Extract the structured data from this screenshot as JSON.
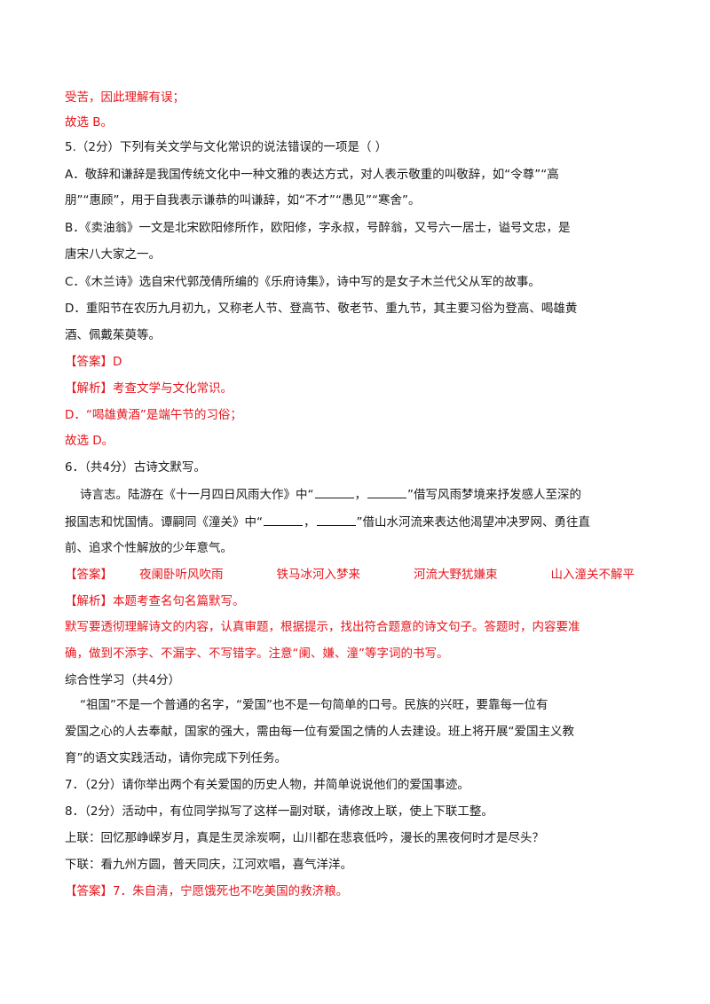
{
  "lines": {
    "l01": "受苦，因此理解有误；",
    "l02": "故选 B。",
    "q5": "5.（2分）下列有关文学与文化常识的说法错误的一项是（    ）",
    "q5a1": "A．敬辞和谦辞是我国传统文化中一种文雅的表达方式，对人表示敬重的叫敬辞，如“令尊”“高",
    "q5a2": "朋”“惠顾”，用于自我表示谦恭的叫谦辞，如“不才”“愚见”“寒舍”。",
    "q5b1": "B．《卖油翁》一文是北宋欧阳修所作，欧阳修，字永叔，号醉翁，又号六一居士，谥号文忠，是",
    "q5b2": "唐宋八大家之一。",
    "q5c": "C．《木兰诗》选自宋代郭茂倩所编的《乐府诗集》，诗中写的是女子木兰代父从军的故事。",
    "q5d1": "D．重阳节在农历九月初九，又称老人节、登高节、敬老节、重九节，其主要习俗为登高、喝雄黄",
    "q5d2": "酒、佩戴茱萸等。",
    "a5": "【答案】D",
    "e5": "【解析】考查文学与文化常识。",
    "e5d": "D．“喝雄黄酒”是端午节的习俗；",
    "c5": "故选 D。",
    "q6": "6．（共4分）古诗文默写。",
    "q6p1a": "诗言志。陆游在《十一月四日风雨大作》中“",
    "q6p1sep": "，",
    "q6p1b": "”借写风雨梦境来抒发感人至深的",
    "q6p2a": "报国志和忧国情。谭嗣同《潼关》中“",
    "q6p2sep": "，",
    "q6p2b": "”借山水河流来表达他渴望冲决罗网、勇往直",
    "q6p3": "前、追求个性解放的少年意气。",
    "a6label": "【答案】",
    "a6_1": "夜阑卧听风吹雨",
    "a6_2": "铁马冰河入梦来",
    "a6_3": "河流大野犹嫌束",
    "a6_4": "山入潼关不解平",
    "e6": "【解析】本题考查名句名篇默写。",
    "e6b1": "默写要透彻理解诗文的内容，认真审题，根据提示，找出符合题意的诗文句子。答题时，内容要准",
    "e6b2": "确，做到不添字、不漏字、不写错字。注意“阑、嫌、潼”等字词的书写。",
    "sec": "综合性学习（共4分）",
    "secp1": "“祖国”不是一个普通的名字，“爱国”也不是一句简单的口号。民族的兴旺，要靠每一位有",
    "secp2": "爱国之心的人去奉献，国家的强大，需由每一位有爱国之情的人去建设。班上将开展“爱国主义教",
    "secp3": "育”的语文实践活动，请你完成下列任务。",
    "q7": "7．（2分）请你举出两个有关爱国的历史人物，并简单说说他们的爱国事迹。",
    "q8": "8．（2分）活动中，有位同学拟写了这样一副对联，请修改上联，使上下联工整。",
    "upper": "上联：回忆那峥嵘岁月，真是生灵涂炭啊，山川都在悲哀低吟，漫长的黑夜何时才是尽头？",
    "lower": "下联：看九州方圆，普天同庆，江河欢唱，喜气洋洋。",
    "a7": "【答案】7．朱自清，宁愿饿死也不吃美国的救济粮。"
  },
  "colors": {
    "answer_red": "#e8151c",
    "body_text": "#1a1a1a"
  }
}
